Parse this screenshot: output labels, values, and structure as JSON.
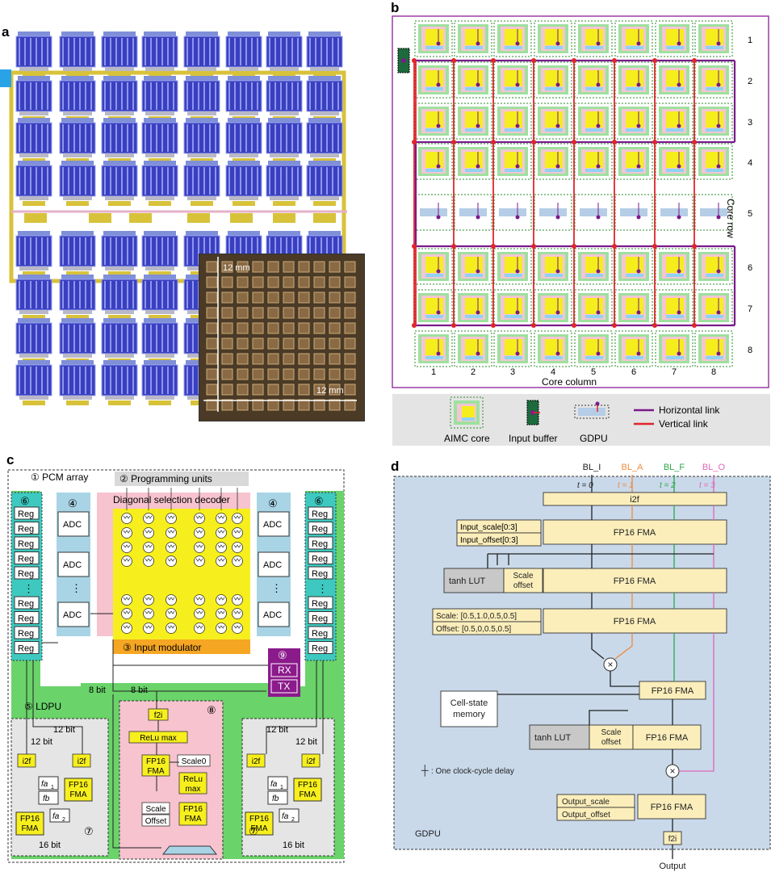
{
  "panel_a": {
    "label": "a",
    "scale_v": "12 mm",
    "scale_h": "12 mm"
  },
  "panel_b": {
    "label": "b",
    "rows": [
      "1",
      "2",
      "3",
      "4",
      "5",
      "6",
      "7",
      "8"
    ],
    "cols": [
      "1",
      "2",
      "3",
      "4",
      "5",
      "6",
      "7",
      "8"
    ],
    "row_axis": "Core row",
    "col_axis": "Core column",
    "legend": {
      "aimc": "AIMC core",
      "input_buffer": "Input buffer",
      "gdpu": "GDPU",
      "hlink": "Horizontal link",
      "vlink": "Vertical link"
    },
    "colors": {
      "hlink": "#7a1a8c",
      "vlink": "#e0252b",
      "border": "#9b3aa6",
      "core_yellow": "#f5ee1c",
      "legend_bg": "#e4e4e4"
    }
  },
  "panel_c": {
    "label": "c",
    "pcm": "① PCM array",
    "prog": "② Programming units",
    "decoder": "Diagonal selection decoder",
    "modulator": "③ Input modulator",
    "n4": "④",
    "n6": "⑥",
    "reg": "Reg",
    "adc": "ADC",
    "ldpu": "⑤ LDPU",
    "n7": "⑦",
    "n8": "⑧",
    "n9": "⑨",
    "rx": "RX",
    "tx": "TX",
    "bit8": "8 bit",
    "bit12": "12 bit",
    "bit16": "16 bit",
    "i2f": "i2f",
    "f2i": "f2i",
    "fp16fma": "FP16 FMA",
    "fa1": "fa",
    "fa1_sub": "1",
    "fb": "fb",
    "fa2": "fa",
    "fa2_sub": "2",
    "relu_max": "ReLu max",
    "scale0": "Scale0",
    "scale": "Scale",
    "offset": "Offset",
    "dots": "⋮",
    "colors": {
      "green": "#6ad36a",
      "teal": "#3ec9c0",
      "blue": "#a8d4e6",
      "pink": "#f6c3cf",
      "orange": "#f5a623",
      "yellow": "#f7ef1d",
      "purple": "#8b1a8b",
      "grey": "#d9d9d9"
    }
  },
  "panel_d": {
    "label": "d",
    "inputs": [
      "BL_I",
      "BL_A",
      "BL_F",
      "BL_O"
    ],
    "times": [
      "t = 0",
      "t = 1",
      "t = 2",
      "t = 3"
    ],
    "i2f": "i2f",
    "fma": "FP16 FMA",
    "input_scale_pre": "Input_scale[0:",
    "input_offset_pre": "Input_offset[0:",
    "idx3": "3",
    "close": "]",
    "tanh": "tanh LUT",
    "scale": "Scale",
    "offset": "offset",
    "scale_vec_pre": "Scale: [0.5,",
    "scale_vec": [
      "1.0",
      ",",
      "0.5",
      ",",
      "0.5",
      "]"
    ],
    "offset_vec_pre": "Offset: [0.5,",
    "offset_vec": [
      "0",
      ",",
      "0.5",
      ",",
      "0.5",
      "]"
    ],
    "cell_state": "Cell-state memory",
    "clock_note": ": One clock-cycle delay",
    "output_scale": "Output_scale",
    "output_offset": "Output_offset",
    "f2i": "f2i",
    "gdpu": "GDPU",
    "output": "Output",
    "colors": {
      "bg": "#c9d9ea",
      "box": "#fbeebb",
      "black": "#222222",
      "orange": "#f08a3c",
      "green": "#2ba84a",
      "pink": "#e067b8",
      "grey": "#c8c8c8"
    }
  }
}
